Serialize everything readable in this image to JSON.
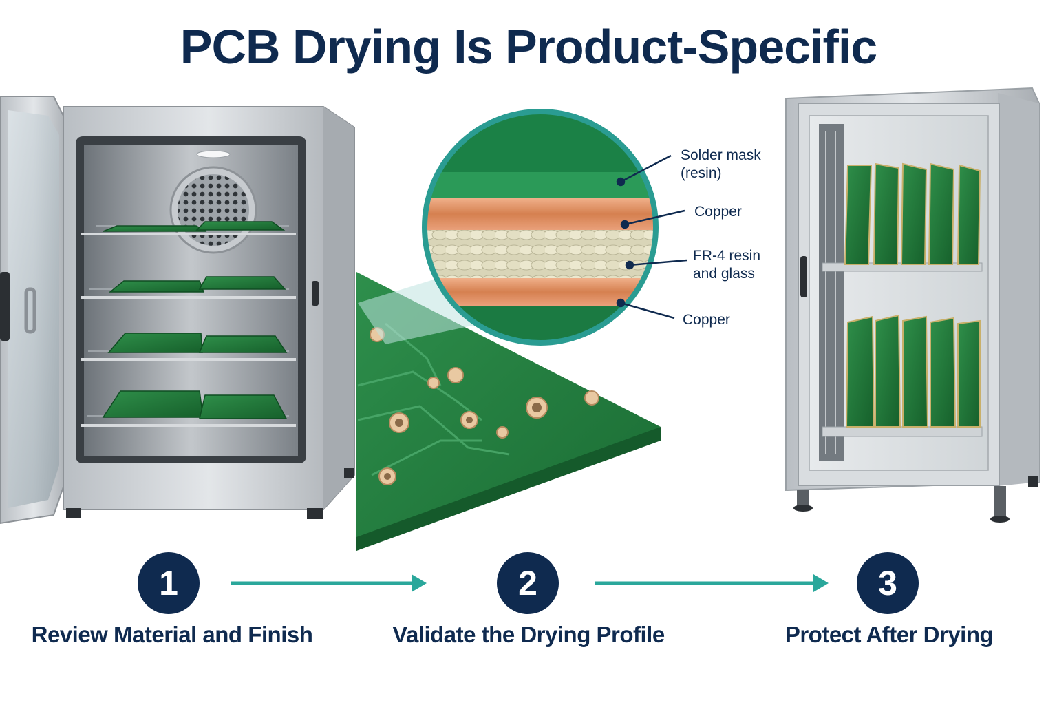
{
  "title": "PCB Drying Is Product-Specific",
  "layers": {
    "solder_mask_line1": "Solder mask",
    "solder_mask_line2": "(resin)",
    "copper_top": "Copper",
    "fr4_line1": "FR-4 resin",
    "fr4_line2": "and glass",
    "copper_bottom": "Copper"
  },
  "steps": [
    {
      "number": "1",
      "label": "Review Material and Finish"
    },
    {
      "number": "2",
      "label": "Validate the Drying Profile"
    },
    {
      "number": "3",
      "label": "Protect After Drying"
    }
  ],
  "colors": {
    "navy": "#0f2a4f",
    "teal_arrow": "#2aa79b",
    "pcb_green": "#1f7a3a",
    "copper": "#d9895d",
    "steel": "#c9cdd1"
  }
}
